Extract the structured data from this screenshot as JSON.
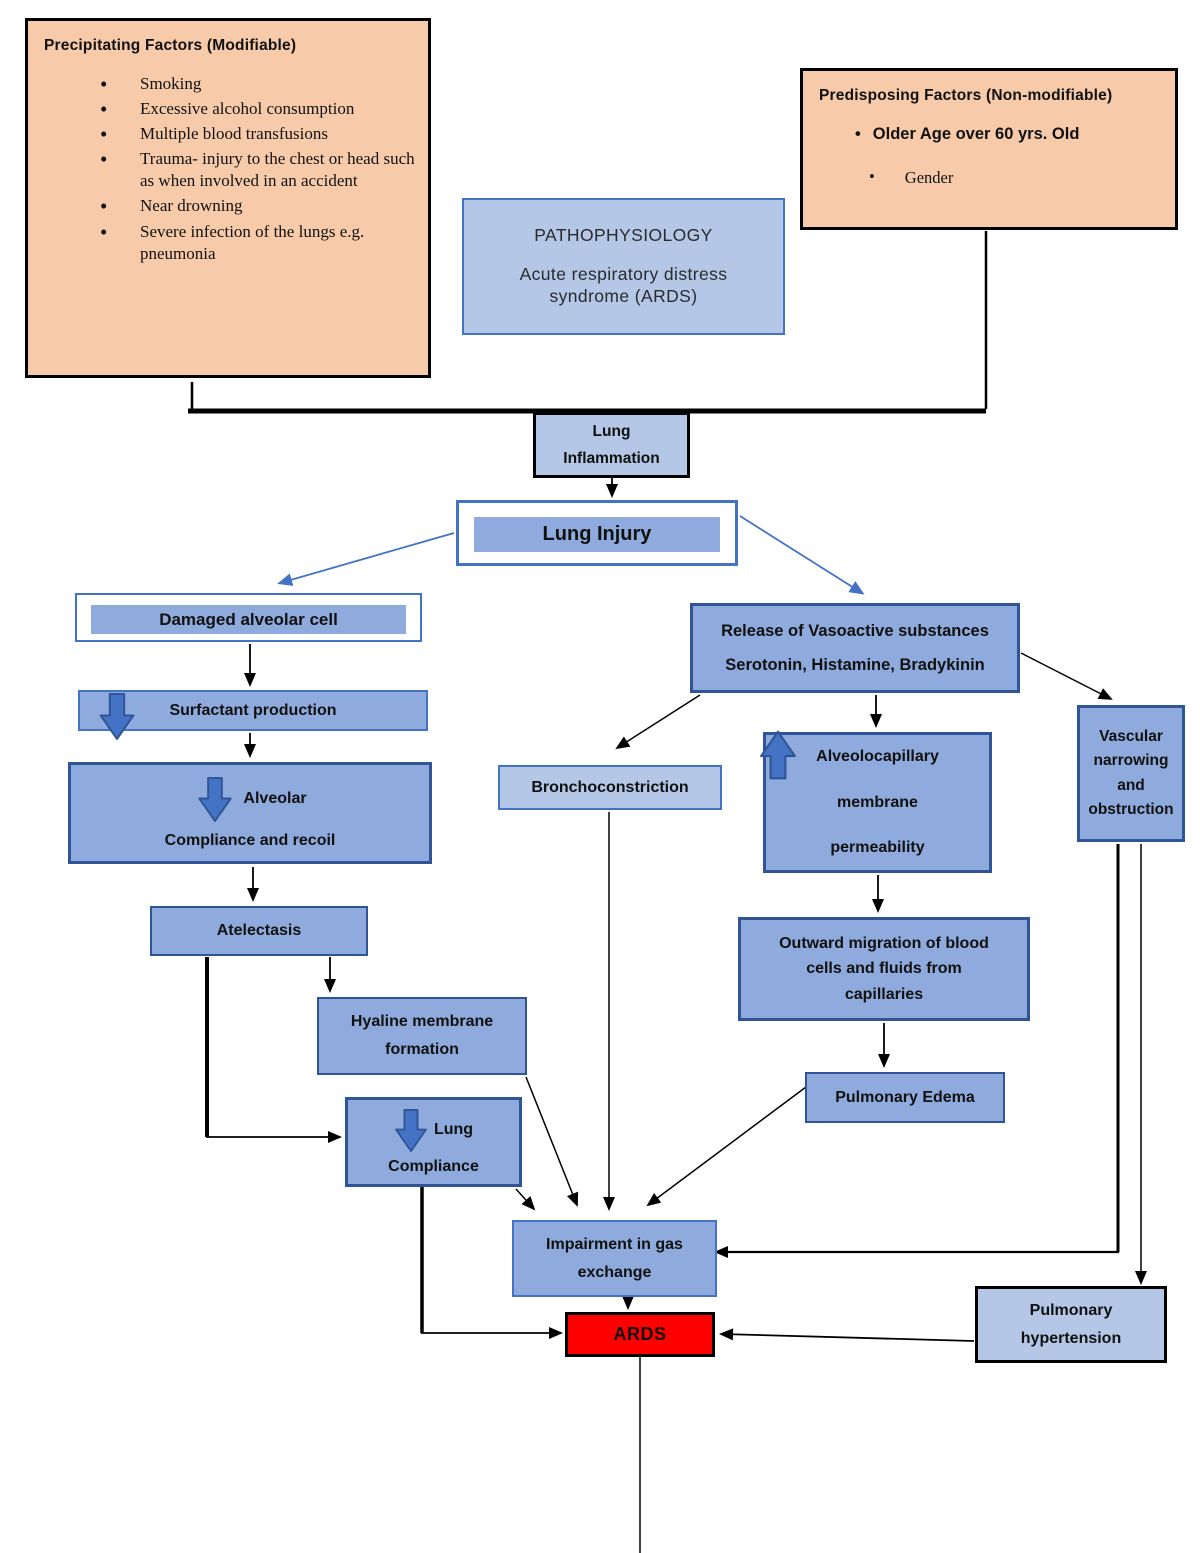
{
  "palette": {
    "peach": "#F7CBAA",
    "blue_mid": "#8FAADC",
    "blue_light": "#B4C7E7",
    "border_blue_dark": "#2F5597",
    "border_blue": "#4472C4",
    "red": "#FF0000",
    "line_black": "#000000",
    "line_blue": "#4472C4"
  },
  "icons": {
    "decrease": "down-arrow-icon",
    "increase": "up-arrow-icon"
  },
  "precipitating": {
    "title": "Precipitating Factors (Modifiable)",
    "items": [
      "Smoking",
      "Excessive alcohol consumption",
      "Multiple blood transfusions",
      "Trauma- injury to the chest or head such as when involved in an accident",
      "Near drowning",
      "Severe infection of the lungs e.g. pneumonia"
    ]
  },
  "predisposing": {
    "title": "Predisposing Factors (Non-modifiable)",
    "items": [
      "Older Age over 60 yrs. Old",
      "Gender"
    ]
  },
  "nodes": {
    "pathophysiology_title": "PATHOPHYSIOLOGY",
    "pathophysiology_subtitle": "Acute respiratory distress\nsyndrome (ARDS)",
    "lung_inflammation": "Lung\nInflammation",
    "lung_injury": "Lung Injury",
    "damaged_alveolar": "Damaged alveolar cell",
    "surfactant": "Surfactant production",
    "alveolar_line1": "Alveolar",
    "alveolar_line2": "Compliance and recoil",
    "atelectasis": "Atelectasis",
    "hyaline": "Hyaline membrane\nformation",
    "lung_compliance_line1": "Lung",
    "lung_compliance_line2": "Compliance",
    "bronchoconstriction": "Bronchoconstriction",
    "release_line1": "Release of Vasoactive substances",
    "release_line2": "Serotonin, Histamine, Bradykinin",
    "alveolocapillary": "Alveolocapillary\nmembrane\npermeability",
    "vascular": "Vascular\nnarrowing\nand\nobstruction",
    "outward": "Outward migration of blood\ncells and fluids from\ncapillaries",
    "pulmonary_edema": "Pulmonary Edema",
    "impairment": "Impairment in gas\nexchange",
    "ards": "ARDS",
    "pulmonary_hypertension": "Pulmonary\nhypertension"
  }
}
